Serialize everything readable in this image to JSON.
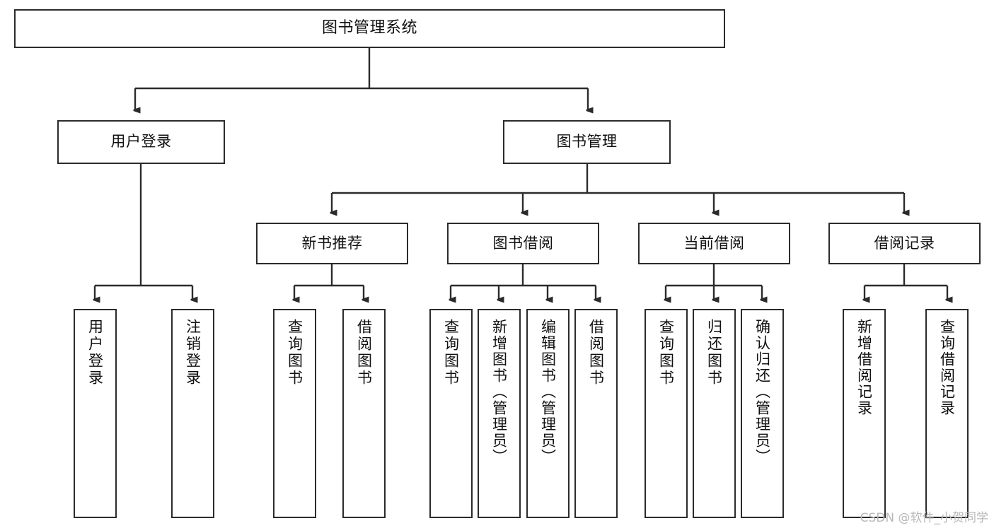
{
  "diagram": {
    "type": "tree",
    "title": "图书管理系统",
    "watermark": "CSDN @软件_小贺同学",
    "colors": {
      "border": "#2b2b2b",
      "text": "#111111",
      "background": "#ffffff",
      "edge": "#2b2b2b",
      "watermark": "#b8b8b8"
    },
    "nodes": {
      "root": {
        "label": "图书管理系统"
      },
      "level2": [
        {
          "label": "用户登录"
        },
        {
          "label": "图书管理"
        }
      ],
      "level3": [
        {
          "label": "新书推荐"
        },
        {
          "label": "图书借阅"
        },
        {
          "label": "当前借阅"
        },
        {
          "label": "借阅记录"
        }
      ],
      "leaves": {
        "user_login": [
          {
            "label": "用户登录"
          },
          {
            "label": "注销登录"
          }
        ],
        "new_book": [
          {
            "label": "查询图书"
          },
          {
            "label": "借阅图书"
          }
        ],
        "book_borrow": [
          {
            "label": "查询图书"
          },
          {
            "label": "新增图书（管理员）"
          },
          {
            "label": "编辑图书（管理员）"
          },
          {
            "label": "借阅图书"
          }
        ],
        "current_borrow": [
          {
            "label": "查询图书"
          },
          {
            "label": "归还图书"
          },
          {
            "label": "确认归还（管理员）"
          }
        ],
        "borrow_record": [
          {
            "label": "新增借阅记录"
          },
          {
            "label": "查询借阅记录"
          }
        ]
      }
    }
  }
}
